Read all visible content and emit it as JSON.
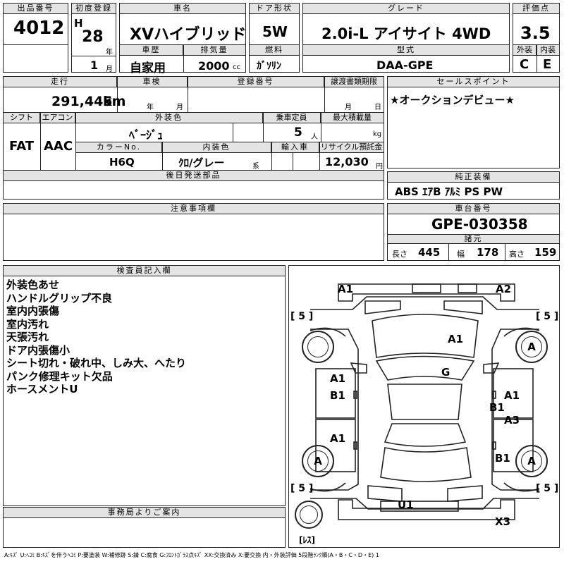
{
  "header": {
    "lot_label": "出品番号",
    "lot_value": "4012",
    "first_reg_label": "初度登録",
    "era": "H",
    "year_value": "28",
    "year_unit": "年",
    "month_value": "1",
    "month_unit": "月",
    "car_name_label": "車名",
    "car_name_value": "XVハイブリッド",
    "history_label": "車歴",
    "history_value": "自家用",
    "displacement_label": "排気量",
    "displacement_value": "2000",
    "displacement_unit": "cc",
    "door_label": "ドア形状",
    "door_value": "5W",
    "fuel_label": "燃料",
    "fuel_value": "ｶﾞｿﾘﾝ",
    "grade_label": "グレード",
    "grade_value": "2.0i-L アイサイト 4WD",
    "model_label": "型式",
    "model_value": "DAA-GPE",
    "score_label": "評価点",
    "score_value": "3.5",
    "exterior_label": "外装",
    "exterior_value": "C",
    "interior_label": "内装",
    "interior_value": "E"
  },
  "row2": {
    "mileage_label": "走行",
    "mileage_value": "291,445",
    "mileage_unit": "km",
    "inspection_label": "車検",
    "insp_year_unit": "年",
    "insp_month_unit": "月",
    "registration_label": "登録番号",
    "deadline_label": "譲渡書類期限",
    "deadline_month_unit": "月",
    "deadline_day_unit": "日",
    "shift_label": "シフト",
    "shift_value": "FAT",
    "ac_label": "エアコン",
    "ac_value": "AAC",
    "ext_color_label": "外装色",
    "ext_color_value": "ﾍﾞｰｼﾞｭ",
    "capacity_label": "乗車定員",
    "capacity_value": "5",
    "capacity_unit": "人",
    "payload_label": "最大積載量",
    "payload_unit": "kg",
    "color_no_label": "カラーNo.",
    "color_no_value": "H6Q",
    "int_color_label": "内装色",
    "int_color_value": "ｸﾛ/グレー",
    "int_color_suffix": "系",
    "import_label": "輸入車",
    "recycle_label": "リサイクル預託金",
    "recycle_value": "12,030",
    "recycle_unit": "円",
    "later_parts_label": "後日発送部品"
  },
  "sales_point": {
    "label": "セールスポイント",
    "text": "★オークションデビュー★"
  },
  "equipment": {
    "label": "純正装備",
    "value": "ABS ｴｱB ｱﾙﾐ PS PW"
  },
  "caution": {
    "label": "注意事項欄"
  },
  "chassis": {
    "label": "車台番号",
    "value": "GPE-030358",
    "dims_label": "諸元",
    "length_label": "長さ",
    "length_value": "445",
    "width_label": "幅",
    "width_value": "178",
    "height_label": "高さ",
    "height_value": "159"
  },
  "inspector": {
    "label": "検査員記入欄",
    "lines": [
      "外装色あせ",
      "ハンドルグリップ不良",
      "室内内張傷",
      "室内汚れ",
      "天張汚れ",
      "ドア内張傷小",
      "シート切れ・破れ中、しみ大、へたり",
      "パンク修理キット欠品",
      "ホースメントU"
    ]
  },
  "office": {
    "label": "事務局よりご案内"
  },
  "diagram": {
    "marks": {
      "front_left": "A1",
      "front_right": "A2",
      "bonnet": "A1",
      "roof": "G",
      "left_door_front_a": "A1",
      "left_door_front_b": "B1",
      "left_door_rear": "A1",
      "right_door_front": "A1",
      "right_pillar": "B1",
      "right_door_rear": "A3",
      "right_rear": "B1",
      "rear_bumper": "U1",
      "rear_corner": "X3"
    },
    "tires": {
      "front_left": "[ 5 ]",
      "front_right": "[ 5 ]",
      "rear_left": "[ 5 ]",
      "rear_right": "[ 5 ]"
    },
    "wheel_marks": {
      "front_right": "A",
      "rear_left": "A",
      "rear_right": "A"
    },
    "spare": "[ﾚｽ]"
  },
  "legend": "A:ｷｽﾞ U:ﾍｺﾐ B:ｷｽﾞを伴うﾍｺﾐ P:要塗装 W:補修跡 S:錆 C:腐食 G:ﾌﾛﾝﾄｶﾞﾗｽ点ｷｽﾞ XX:交換済み X:要交換 内・外装評価 5段階ﾗﾝｸ順(A・B・C・D・E) 1"
}
